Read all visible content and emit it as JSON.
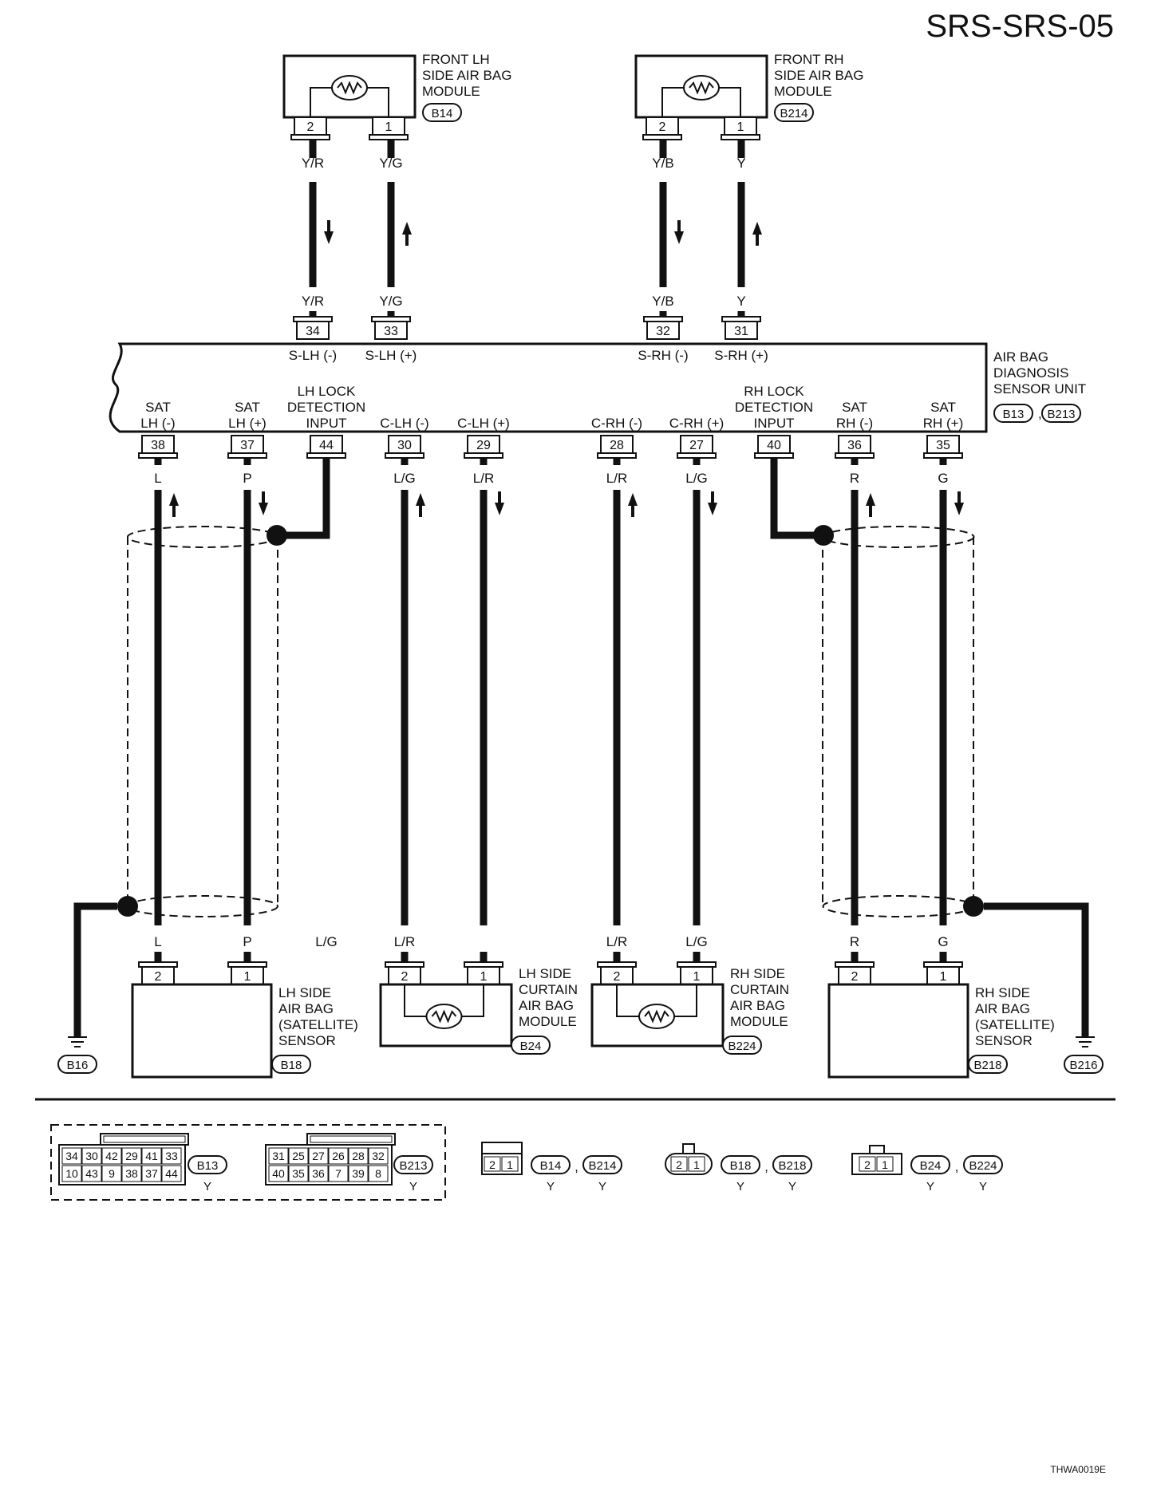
{
  "title": "SRS-SRS-05",
  "code": "THWA0019E",
  "front_lh": {
    "lines": [
      "FRONT LH",
      "SIDE AIR BAG",
      "MODULE"
    ],
    "connector": "B14",
    "pins": [
      "2",
      "1"
    ]
  },
  "front_rh": {
    "lines": [
      "FRONT RH",
      "SIDE AIR BAG",
      "MODULE"
    ],
    "connector": "B214",
    "pins": [
      "2",
      "1"
    ]
  },
  "sensor_unit": {
    "lines": [
      "AIR BAG",
      "DIAGNOSIS",
      "SENSOR UNIT"
    ],
    "connectors": [
      "B13",
      "B213"
    ],
    "comma": ",",
    "top_pins": [
      {
        "num": "34",
        "label": "S-LH (-)",
        "wire": "Y/R"
      },
      {
        "num": "33",
        "label": "S-LH (+)",
        "wire": "Y/G"
      },
      {
        "num": "32",
        "label": "S-RH (-)",
        "wire": "Y/B"
      },
      {
        "num": "31",
        "label": "S-RH (+)",
        "wire": "Y"
      }
    ],
    "bottom_pins": [
      {
        "num": "38",
        "label": [
          "SAT",
          "LH (-)"
        ],
        "wire": "L"
      },
      {
        "num": "37",
        "label": [
          "SAT",
          "LH (+)"
        ],
        "wire": "P"
      },
      {
        "num": "44",
        "label": [
          "LH LOCK",
          "DETECTION",
          "INPUT"
        ],
        "wire": ""
      },
      {
        "num": "30",
        "label": [
          "C-LH (-)"
        ],
        "wire": "L/G"
      },
      {
        "num": "29",
        "label": [
          "C-LH (+)"
        ],
        "wire": "L/R"
      },
      {
        "num": "28",
        "label": [
          "C-RH (-)"
        ],
        "wire": "L/R"
      },
      {
        "num": "27",
        "label": [
          "C-RH (+)"
        ],
        "wire": "L/G"
      },
      {
        "num": "40",
        "label": [
          "RH LOCK",
          "DETECTION",
          "INPUT"
        ],
        "wire": ""
      },
      {
        "num": "36",
        "label": [
          "SAT",
          "RH (-)"
        ],
        "wire": "R"
      },
      {
        "num": "35",
        "label": [
          "SAT",
          "RH (+)"
        ],
        "wire": "G"
      }
    ]
  },
  "lh_satellite": {
    "lines": [
      "LH SIDE",
      "AIR BAG",
      "(SATELLITE)",
      "SENSOR"
    ],
    "connector": "B18",
    "pins": [
      "2",
      "1"
    ],
    "wires": [
      "L",
      "P"
    ]
  },
  "rh_satellite": {
    "lines": [
      "RH SIDE",
      "AIR BAG",
      "(SATELLITE)",
      "SENSOR"
    ],
    "connector": "B218",
    "pins": [
      "2",
      "1"
    ],
    "wires": [
      "R",
      "G"
    ]
  },
  "lh_curtain": {
    "lines": [
      "LH SIDE",
      "CURTAIN",
      "AIR BAG",
      "MODULE"
    ],
    "connector": "B24",
    "pins": [
      "2",
      "1"
    ],
    "wires": [
      "L/G",
      "L/R"
    ]
  },
  "rh_curtain": {
    "lines": [
      "RH SIDE",
      "CURTAIN",
      "AIR BAG",
      "MODULE"
    ],
    "connector": "B224",
    "pins": [
      "2",
      "1"
    ],
    "wires": [
      "L/R",
      "L/G"
    ]
  },
  "grounds": [
    "B16",
    "B216"
  ],
  "legend": {
    "b13": {
      "id": "B13",
      "color": "Y",
      "rows": [
        [
          "34",
          "30",
          "42",
          "29",
          "41",
          "33"
        ],
        [
          "10",
          "43",
          "9",
          "38",
          "37",
          "44"
        ]
      ]
    },
    "b213": {
      "id": "B213",
      "color": "Y",
      "rows": [
        [
          "31",
          "25",
          "27",
          "26",
          "28",
          "32"
        ],
        [
          "40",
          "35",
          "36",
          "7",
          "39",
          "8"
        ]
      ]
    },
    "g1": {
      "pins": [
        "2",
        "1"
      ],
      "ids": [
        "B14",
        "B214"
      ],
      "colors": [
        "Y",
        "Y"
      ]
    },
    "g2": {
      "pins": [
        "2",
        "1"
      ],
      "ids": [
        "B18",
        "B218"
      ],
      "colors": [
        "Y",
        "Y"
      ]
    },
    "g3": {
      "pins": [
        "2",
        "1"
      ],
      "ids": [
        "B24",
        "B224"
      ],
      "colors": [
        "Y",
        "Y"
      ]
    }
  }
}
